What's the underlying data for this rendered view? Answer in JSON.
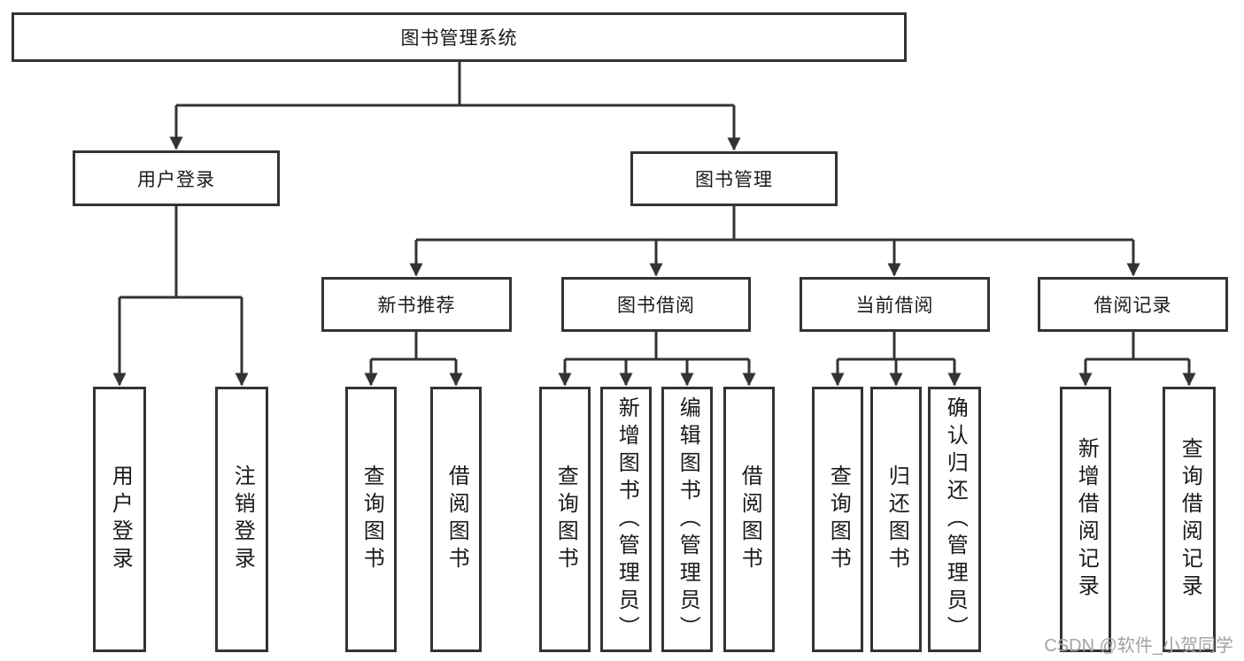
{
  "diagram": {
    "root": {
      "label": "图书管理系统"
    },
    "level2": [
      {
        "label": "用户登录"
      },
      {
        "label": "图书管理"
      }
    ],
    "level3": [
      {
        "label": "新书推荐"
      },
      {
        "label": "图书借阅"
      },
      {
        "label": "当前借阅"
      },
      {
        "label": "借阅记录"
      }
    ],
    "leaves": {
      "user_login": [
        {
          "label": "用户登录"
        },
        {
          "label": "注销登录"
        }
      ],
      "new_book_recommend": [
        {
          "label": "查询图书"
        },
        {
          "label": "借阅图书"
        }
      ],
      "book_borrow": [
        {
          "label": "查询图书"
        },
        {
          "label": "新增图书（管理员）"
        },
        {
          "label": "编辑图书（管理员）"
        },
        {
          "label": "借阅图书"
        }
      ],
      "current_borrow": [
        {
          "label": "查询图书"
        },
        {
          "label": "归还图书"
        },
        {
          "label": "确认归还（管理员）"
        }
      ],
      "borrow_records": [
        {
          "label": "新增借阅记录"
        },
        {
          "label": "查询借阅记录"
        }
      ]
    },
    "colors": {
      "line": "#333333",
      "box_border": "#333333",
      "box_background": "#ffffff",
      "text": "#1a1a1a",
      "watermark": "#a3a3a3"
    }
  },
  "watermark": {
    "text": "CSDN @软件_小贺同学"
  }
}
